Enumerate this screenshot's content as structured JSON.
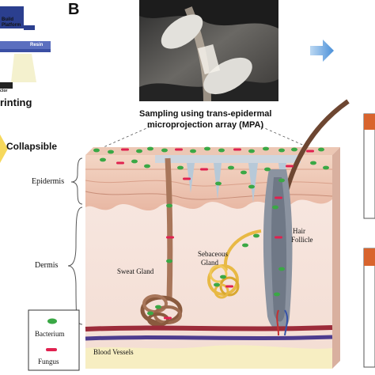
{
  "panel_a": {
    "build_platform": "Build Platform",
    "resin": "Resin",
    "projector": "ctor",
    "printing": "rinting",
    "collapsible": "Collapsible"
  },
  "panel_b": {
    "panel_label": "B",
    "caption_line1": "Sampling using trans-epidermal",
    "caption_line2": "microprojection array (MPA)",
    "labels": {
      "epidermis": "Epidermis",
      "dermis": "Dermis",
      "sweat_gland": "Sweat Gland",
      "sebaceous_gland": [
        "Sebaceous",
        "Gland"
      ],
      "hair_follicle": [
        "Hair",
        "Follicle"
      ],
      "blood_vessels": "Blood Vessels"
    },
    "legend": {
      "bacterium": "Bacterium",
      "fungus": "Fungus"
    },
    "colors": {
      "bacterium": "#3aa845",
      "fungus": "#e0214f",
      "arrow": "#4a90d9",
      "panel_accent": "#d8642d"
    }
  }
}
